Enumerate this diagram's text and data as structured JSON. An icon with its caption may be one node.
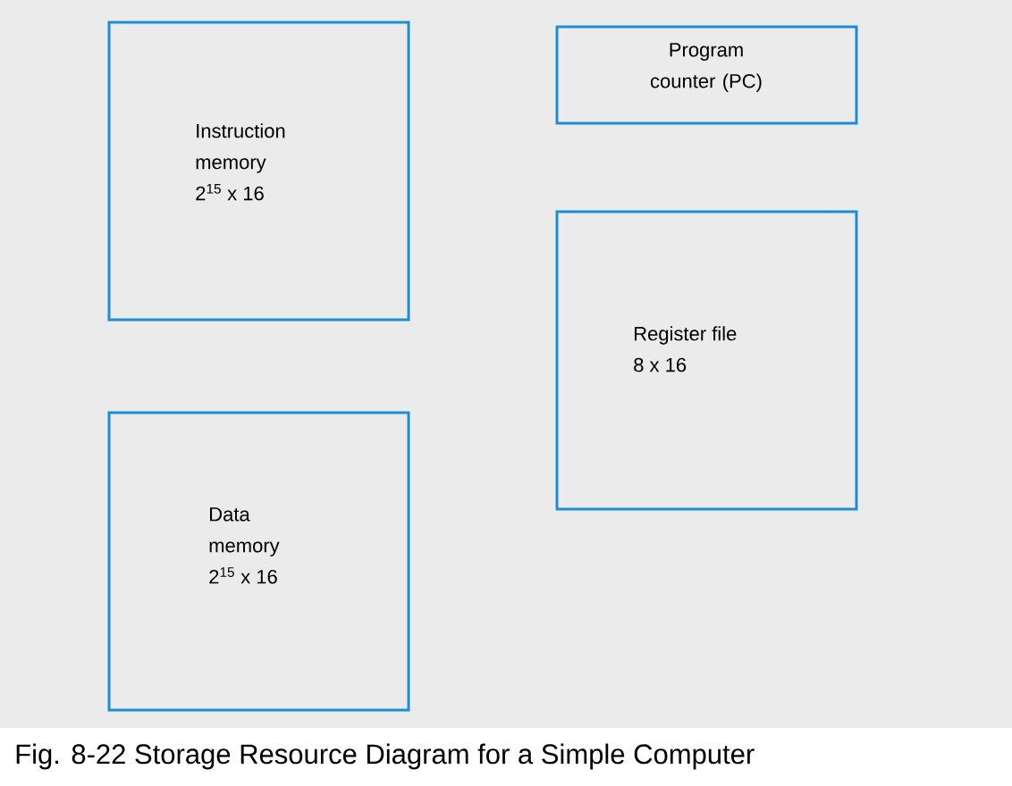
{
  "diagram": {
    "caption": "Fig. 8-22  Storage Resource Diagram for a Simple Computer",
    "nodes": [
      {
        "text": [
          "Instruction memory",
          "2$^{15}$ x 16"
        ]
      },
      {
        "text": [
          "Program counter (PC)"
        ]
      },
      {
        "text": [
          "Register file",
          "8 x 16"
        ]
      },
      {
        "text": [
          "Data memory",
          "2$^{15}$ x 16"
        ]
      }
    ],
    "edges": []
  }
}
